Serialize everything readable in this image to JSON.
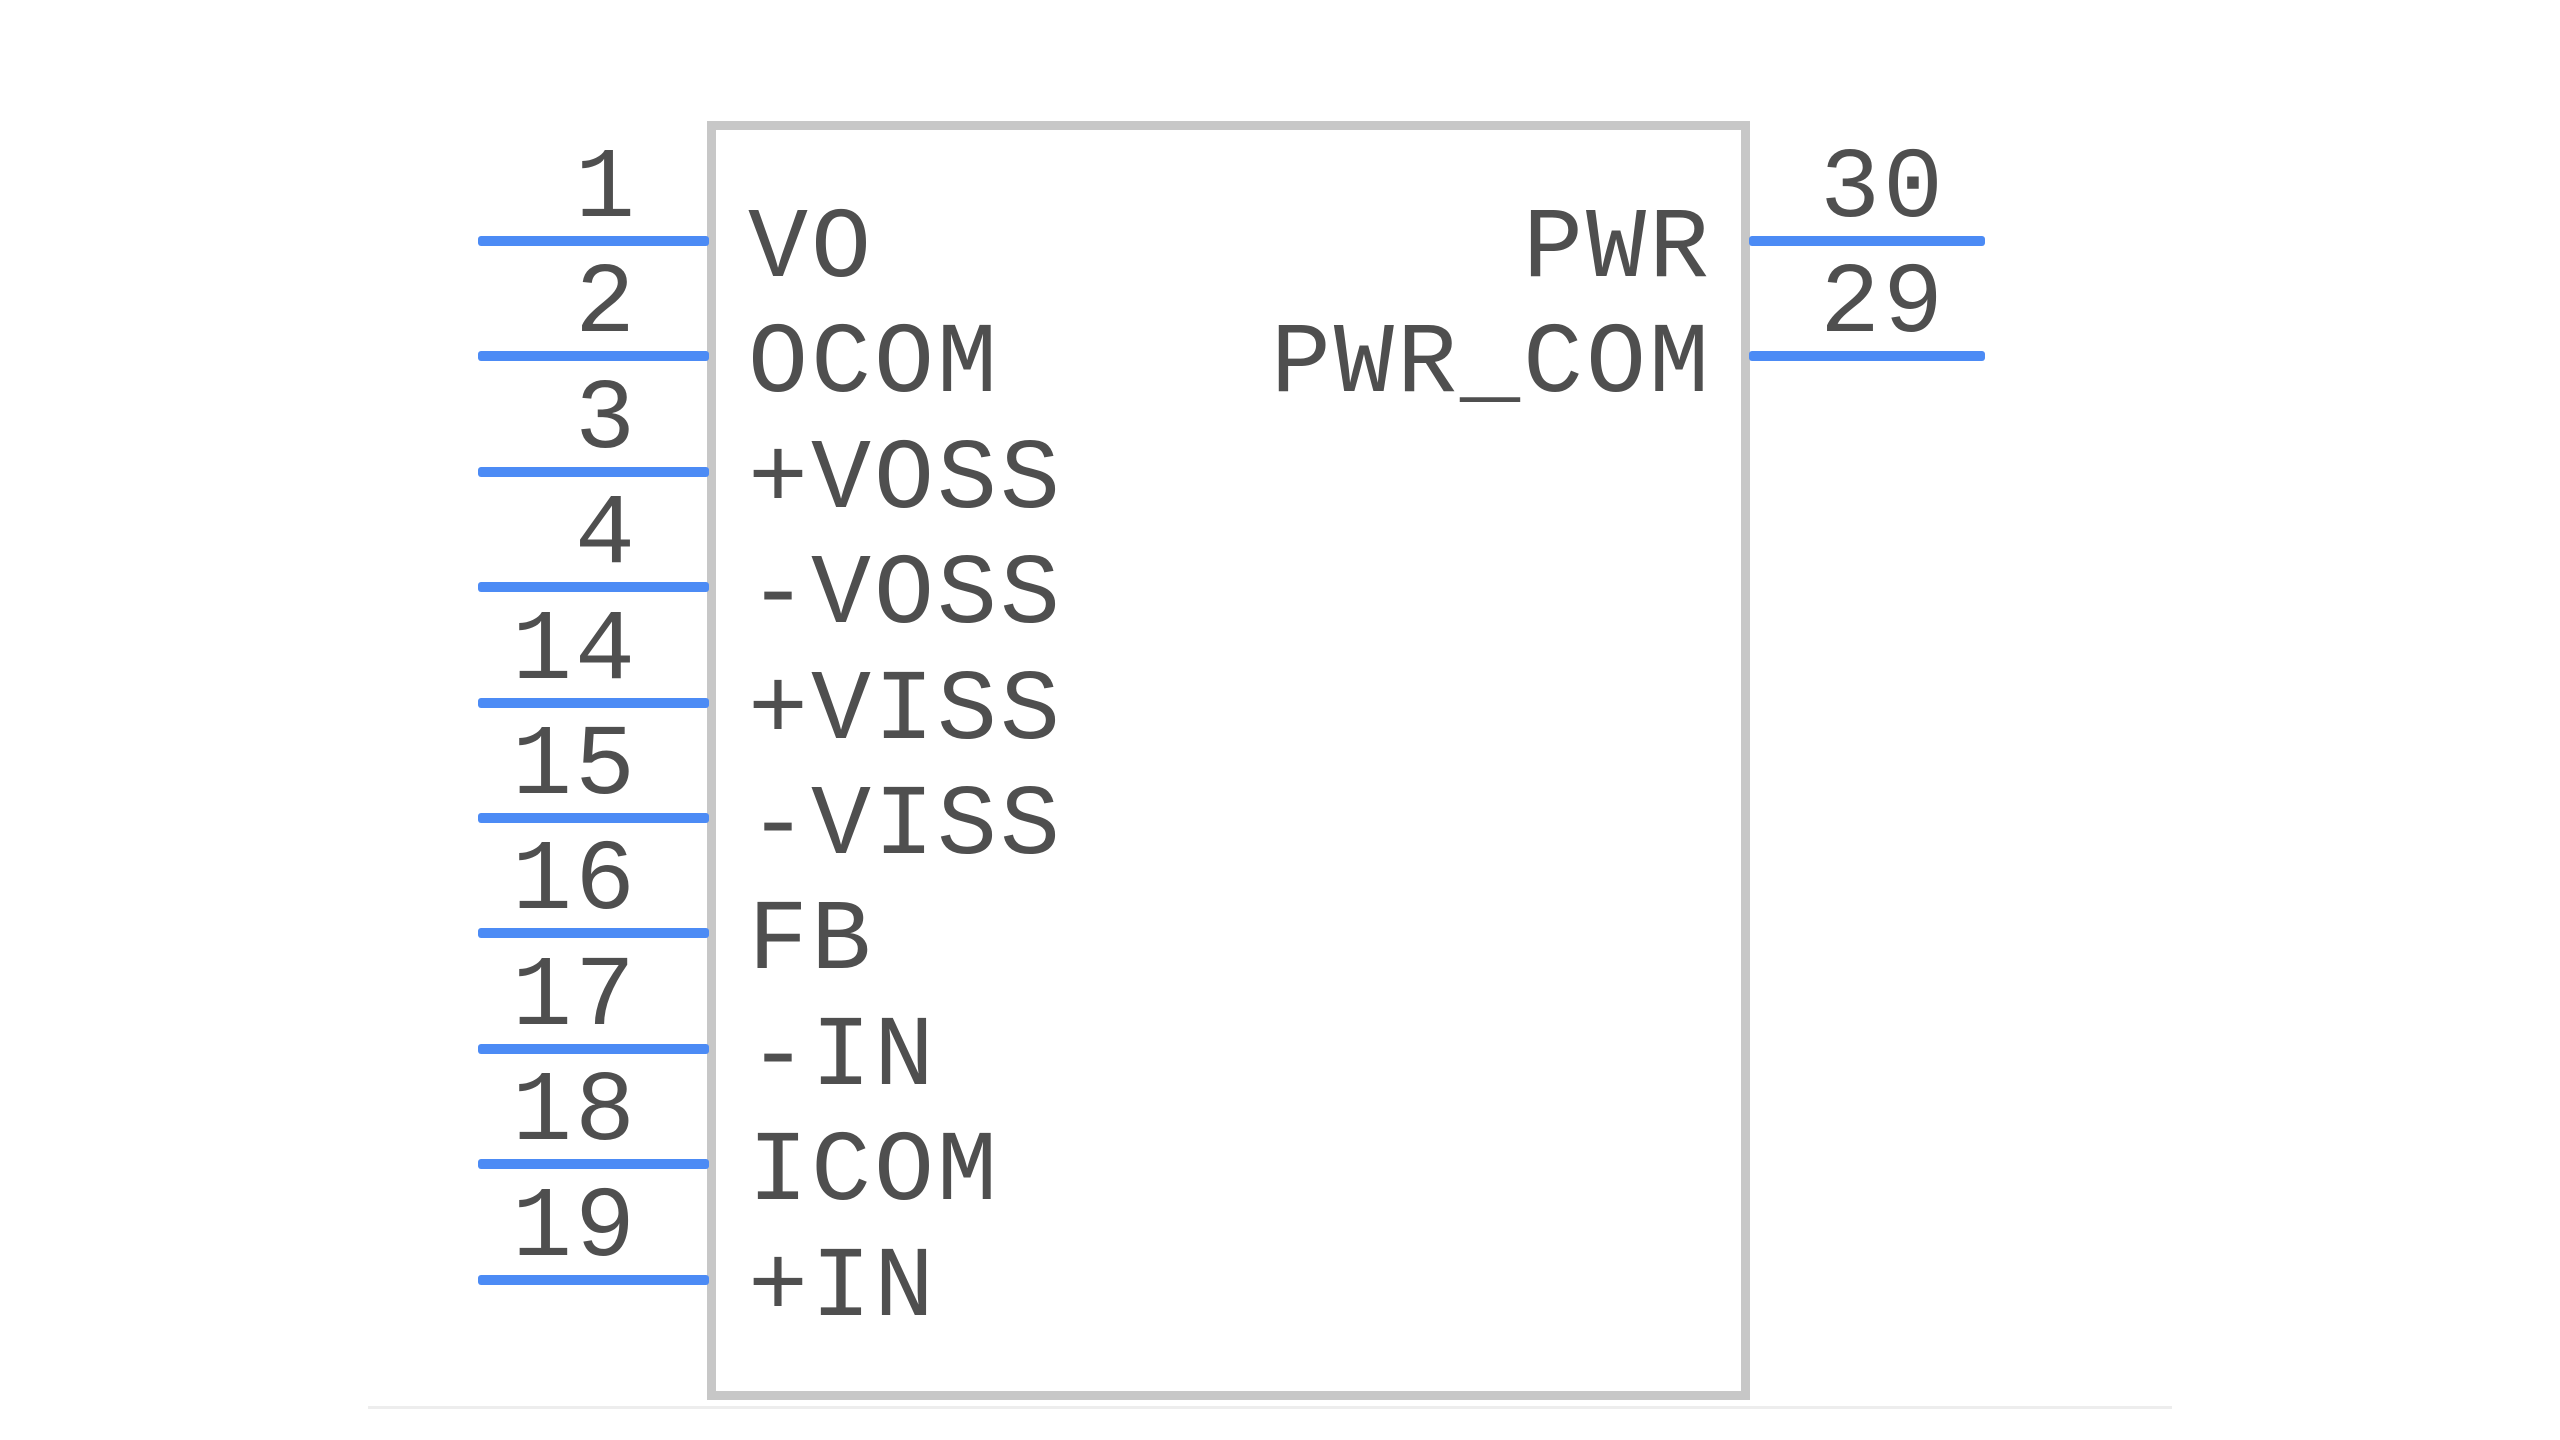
{
  "symbol": {
    "left_pins": [
      {
        "number": "1",
        "label": "VO"
      },
      {
        "number": "2",
        "label": "OCOM"
      },
      {
        "number": "3",
        "label": "+VOSS"
      },
      {
        "number": "4",
        "label": "-VOSS"
      },
      {
        "number": "14",
        "label": "+VISS"
      },
      {
        "number": "15",
        "label": "-VISS"
      },
      {
        "number": "16",
        "label": "FB"
      },
      {
        "number": "17",
        "label": "-IN"
      },
      {
        "number": "18",
        "label": "ICOM"
      },
      {
        "number": "19",
        "label": "+IN"
      }
    ],
    "right_pins": [
      {
        "number": "30",
        "label": "PWR"
      },
      {
        "number": "29",
        "label": "PWR_COM"
      }
    ],
    "colors": {
      "pin_line": "#4c8bf5",
      "body_border": "#c7c7c7",
      "text": "#4f4f4f",
      "divider": "#ededed",
      "background": "#ffffff"
    }
  }
}
